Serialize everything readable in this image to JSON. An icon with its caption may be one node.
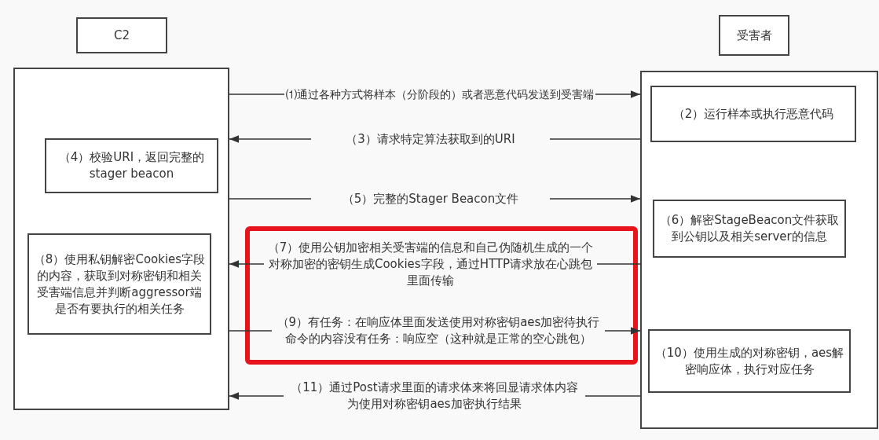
{
  "diagram": {
    "nodes": [
      {
        "text": [
          "C2"
        ]
      },
      {
        "text": [
          "受害者"
        ]
      },
      {
        "text": [],
        "shape": "box"
      },
      {
        "text": [
          "（4）校验URI，返回完整的stager beacon"
        ],
        "in": 2
      },
      {
        "text": [
          "（8）使用私钥解密Cookies字段的内容，获取到对称密钥和相关受害端信息并判断aggressor端是否有要执行的相关任务"
        ],
        "in": 2
      },
      {
        "text": [],
        "shape": "box"
      },
      {
        "text": [
          "（2）运行样本或执行恶意代码"
        ],
        "in": 5
      },
      {
        "text": [
          "（6）解密StageBeacon文件获取到公钥以及相关server的信息"
        ],
        "in": 5
      },
      {
        "text": [
          "（10）使用生成的对称密钥，aes解密响应体，执行对应任务"
        ],
        "in": 5
      }
    ],
    "edges": [
      {
        "from": 2,
        "to": 5,
        "arrow": "to",
        "label": "⑴通过各种方式将样本（分阶段的）或者恶意代码发送到受害端"
      },
      {
        "from": 5,
        "to": 2,
        "arrow": "to",
        "label": "（3）请求特定算法获取到的URI"
      },
      {
        "from": 2,
        "to": 5,
        "arrow": "to",
        "label": "（5）完整的Stager Beacon文件"
      },
      {
        "from": 5,
        "to": 2,
        "arrow": "to",
        "label": "（7）使用公钥加密相关受害端的信息和自己伪随机生成的一个对称加密的密钥生成Cookies字段，通过HTTP请求放在心跳包里面传输"
      },
      {
        "from": 2,
        "to": 5,
        "arrow": "to",
        "label": "（9）有任务：在响应体里面发送使用对称密钥aes加密待执行命令的内容没有任务：响应空（这种就是正常的空心跳包）"
      },
      {
        "from": 5,
        "to": 2,
        "arrow": "to",
        "label": "（11）通过Post请求里面的请求体来将回显请求体内容为使用对称密钥aes加密执行结果"
      }
    ]
  }
}
